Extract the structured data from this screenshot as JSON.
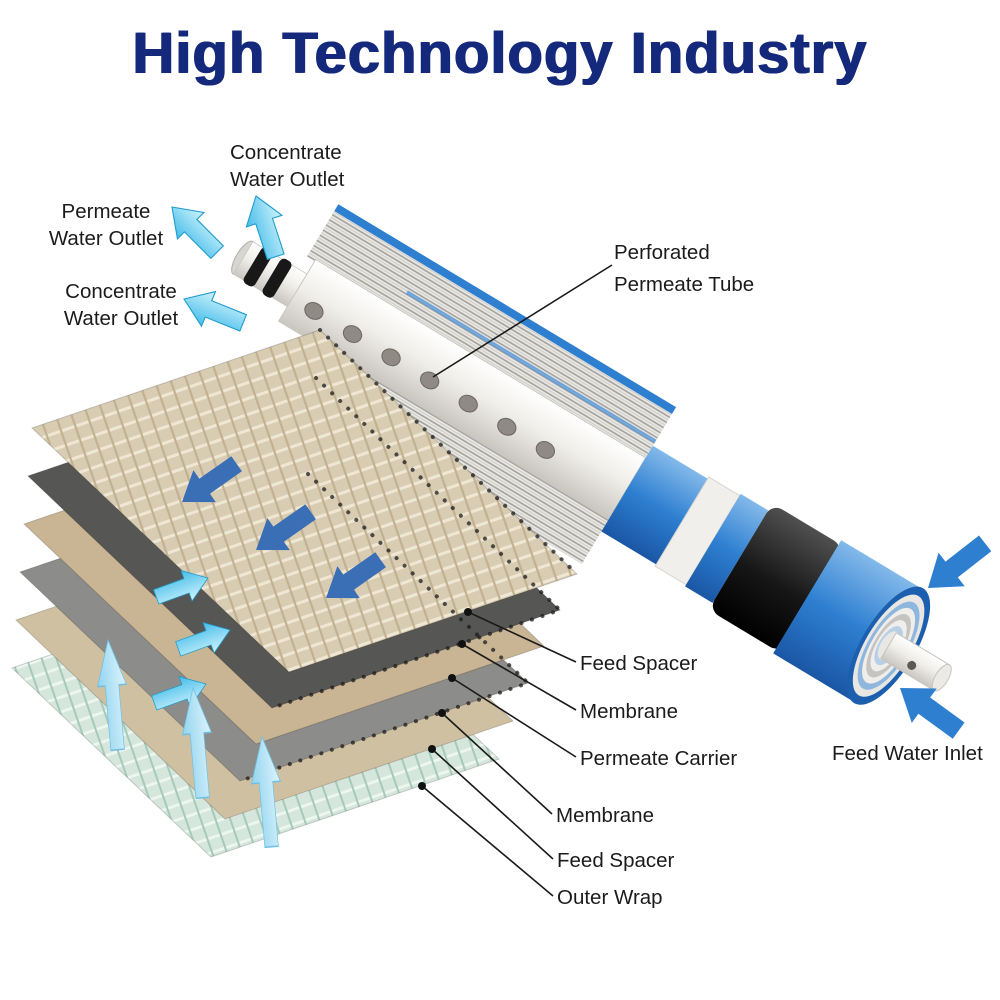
{
  "title": "High Technology Industry",
  "labels": {
    "concentrate_outlet_top": "Concentrate\nWater Outlet",
    "permeate_outlet": "Permeate\nWater Outlet",
    "concentrate_outlet_left": "Concentrate\nWater Outlet",
    "perforated_tube": "Perforated\nPermeate Tube",
    "feed_spacer_1": "Feed Spacer",
    "membrane_1": "Membrane",
    "permeate_carrier": "Permeate Carrier",
    "membrane_2": "Membrane",
    "feed_spacer_2": "Feed Spacer",
    "outer_wrap": "Outer Wrap",
    "feed_water_inlet": "Feed Water Inlet"
  },
  "colors": {
    "title_navy": "#14297b",
    "label_text": "#1b1b1b",
    "shell_blue": "#2e7fd1",
    "cap_black": "#1c1c1c",
    "arrow_cyan": "#45bce9",
    "arrow_dark_blue": "#3b6fb5",
    "arrow_feed_blue": "#2e7fd0",
    "feed_spacer_tan": "#d8ccb3",
    "outer_wrap_teal": "#d5e6dc"
  }
}
